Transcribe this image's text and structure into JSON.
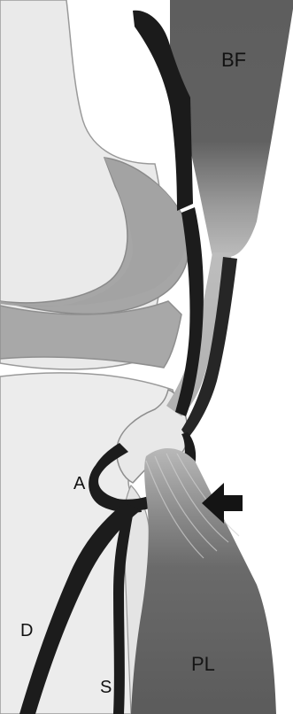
{
  "diagram": {
    "labels": {
      "bf": "BF",
      "pl": "PL",
      "a": "A",
      "d": "D",
      "s": "S"
    },
    "colors": {
      "background": "#ffffff",
      "bone_light": "#e9e9e9",
      "bone_outline": "#8f8f8f",
      "cartilage": "#a5a5a5",
      "muscle_dark": "#5f5f5f",
      "tendon": "#bdbdbd",
      "nerve": "#1c1c1c",
      "arrow": "#141414"
    }
  }
}
